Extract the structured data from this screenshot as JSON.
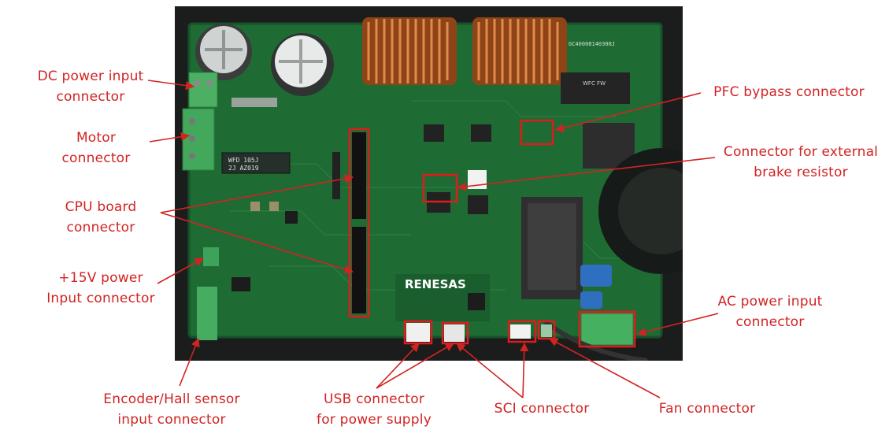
{
  "colors": {
    "annotation": "#d22323",
    "pcb": "#1f6b34",
    "copper": "#c7692c"
  },
  "labels": {
    "dc_power": [
      "DC power input",
      "connector"
    ],
    "motor": [
      "Motor",
      "connector"
    ],
    "cpu": [
      "CPU board",
      "connector"
    ],
    "v15": [
      "+15V power",
      "Input connector"
    ],
    "encoder": [
      "Encoder/Hall sensor",
      "input connector"
    ],
    "usb": [
      "USB connector",
      "for power supply"
    ],
    "sci": [
      "SCI connector"
    ],
    "fan": [
      "Fan connector"
    ],
    "pfc": [
      "PFC bypass connector"
    ],
    "brake": [
      "Connector for external",
      "brake resistor"
    ],
    "ac_power": [
      "AC power input",
      "connector"
    ]
  },
  "board_text": {
    "brand": "RENESAS",
    "transformer": [
      "WFD 105J",
      "2J AZ019"
    ],
    "serial": "GC40008140308J",
    "relay": "WFC FW"
  }
}
